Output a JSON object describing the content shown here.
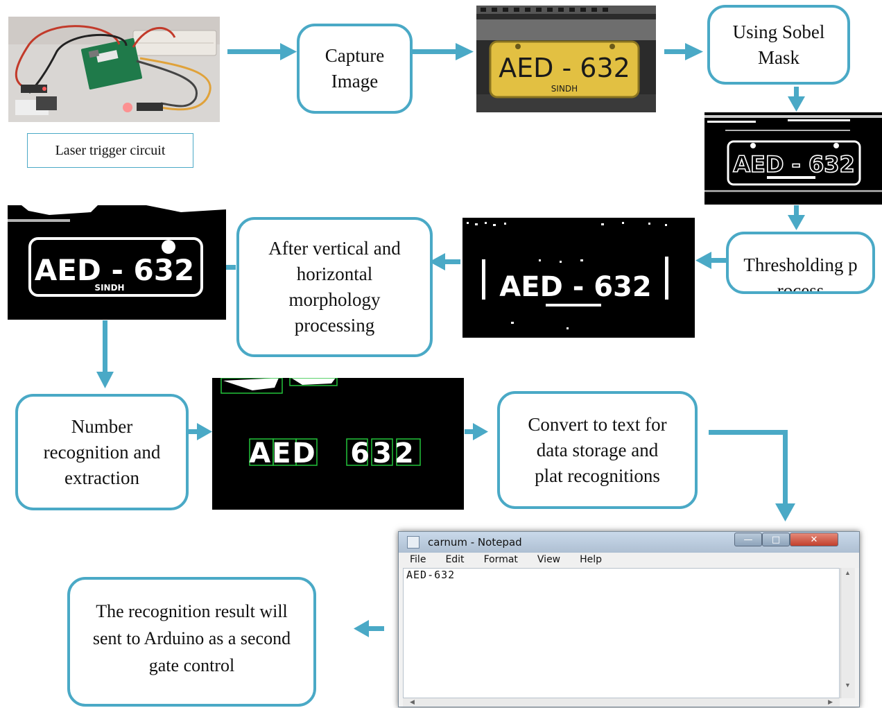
{
  "caption": "Laser trigger circuit",
  "steps": {
    "capture": "Capture Image",
    "sobel": "Using Sobel Mask",
    "threshold": "Thresholding process",
    "morphology": "After vertical and horizontal morphology processing",
    "recognition": "Number recognition and extraction",
    "convert": "Convert to text for data storage and plat recognitions",
    "result": "The recognition result will sent to Arduino as a second gate control"
  },
  "plate": {
    "number": "AED - 632",
    "region": "SINDH",
    "seg_left": "AED",
    "seg_right": "632"
  },
  "notepad": {
    "title": "carnum - Notepad",
    "menu": [
      "File",
      "Edit",
      "Format",
      "View",
      "Help"
    ],
    "content": "AED-632"
  },
  "colors": {
    "accent": "#4aa9c6",
    "plate_yellow": "#e2c042",
    "box_green": "#22c43a"
  }
}
